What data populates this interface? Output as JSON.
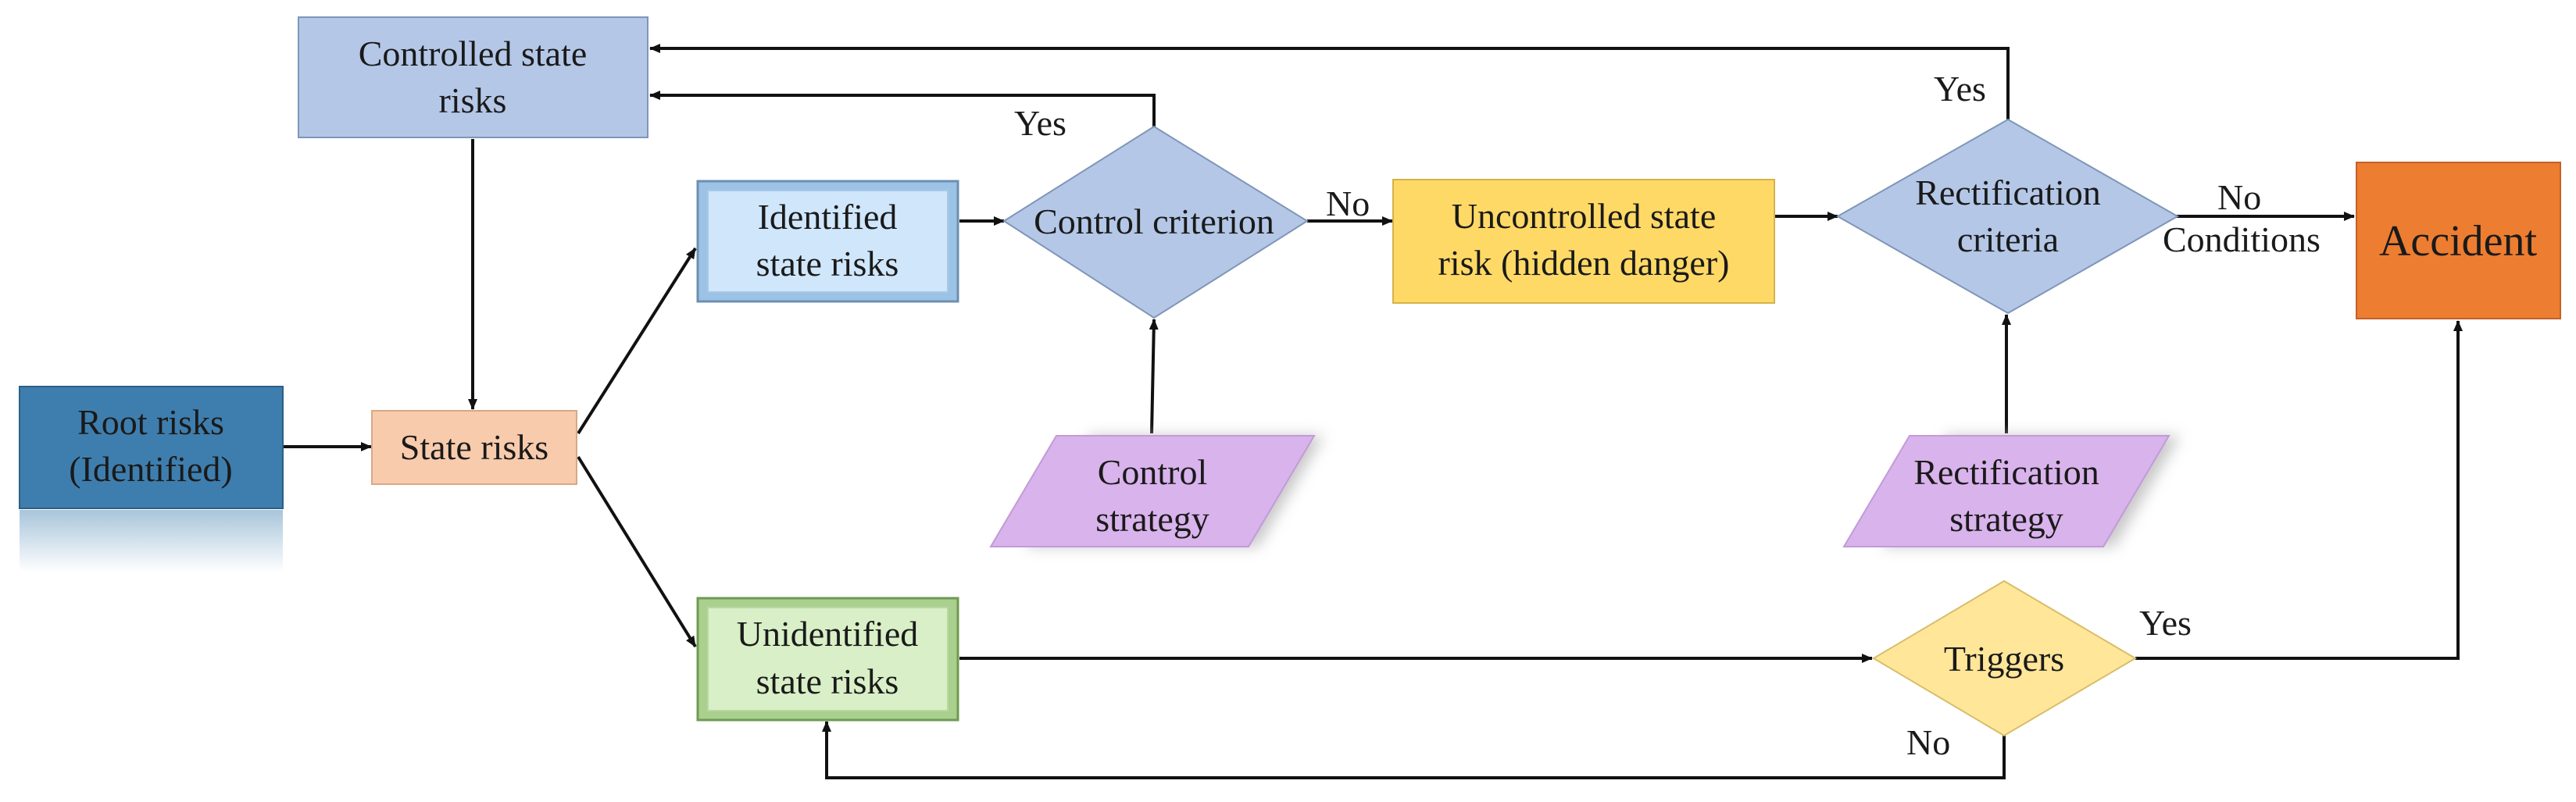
{
  "nodes": {
    "controlled": {
      "lines": [
        "Controlled state",
        "risks"
      ]
    },
    "root": {
      "lines": [
        "Root risks",
        "(Identified)"
      ]
    },
    "state": {
      "lines": [
        "State risks"
      ]
    },
    "identified": {
      "lines": [
        "Identified",
        "state risks"
      ]
    },
    "unidentified": {
      "lines": [
        "Unidentified",
        "state risks"
      ]
    },
    "control_criterion": {
      "lines": [
        "Control criterion"
      ]
    },
    "uncontrolled": {
      "lines": [
        "Uncontrolled state",
        "risk (hidden danger)"
      ]
    },
    "rectification_criteria": {
      "lines": [
        "Rectification",
        "criteria"
      ]
    },
    "accident": {
      "lines": [
        "Accident"
      ]
    },
    "control_strategy": {
      "lines": [
        "Control",
        "strategy"
      ]
    },
    "rectification_strategy": {
      "lines": [
        "Rectification",
        "strategy"
      ]
    },
    "triggers": {
      "lines": [
        "Triggers"
      ]
    }
  },
  "edge_labels": {
    "control_yes": "Yes",
    "control_no": "No",
    "rectification_yes": "Yes",
    "rectification_no": "No",
    "rectification_conditions": "Conditions",
    "triggers_yes": "Yes",
    "triggers_no": "No"
  },
  "colors": {
    "controlled_fill": "#b4c7e7",
    "root_fill": "#3e7eae",
    "state_fill": "#f8cbad",
    "identified_fill": "#cfe6fb",
    "unidentified_fill": "#d9efc7",
    "diamond_fill": "#b4c7e7",
    "uncontrolled_fill": "#ffd966",
    "accident_fill": "#ed7d31",
    "strategy_fill": "#d9b3ec",
    "triggers_fill": "#ffe699"
  }
}
